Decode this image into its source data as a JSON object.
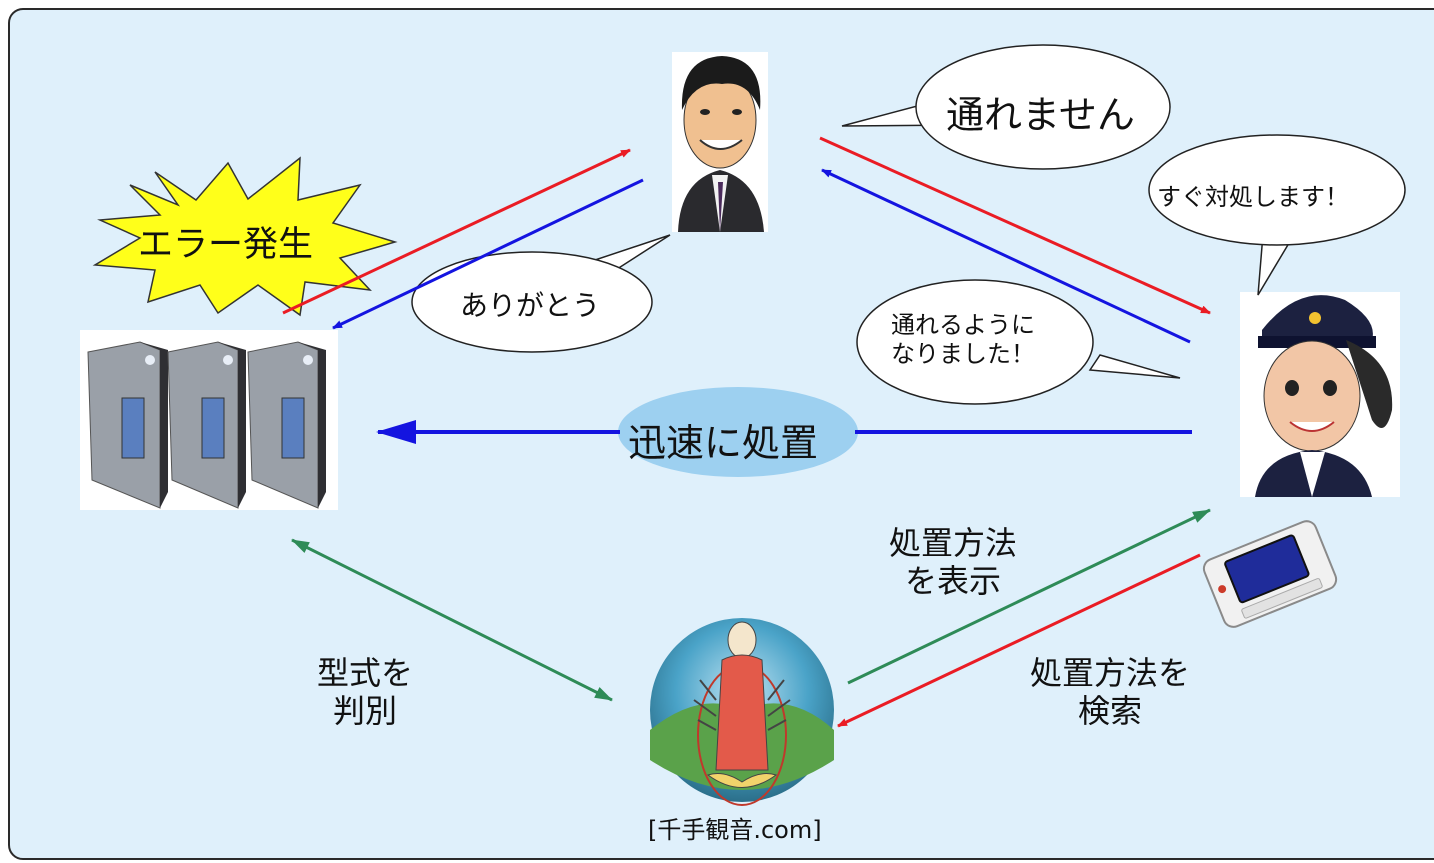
{
  "colors": {
    "panel_bg": "#dff0fb",
    "panel_border": "#2a2a2a",
    "red": "#ea1c24",
    "blue": "#1414e0",
    "green": "#2e8b57",
    "starburst": "#ffff1a",
    "ellipse_blue": "#9dd0f0"
  },
  "labels": {
    "error": "エラー発生",
    "cannot_pass": "通れません",
    "will_handle": "すぐ対処します！",
    "thanks": "ありがとう",
    "now_can_pass": "通れるように\nなりました！",
    "quick_fix": "迅速に処置",
    "show_method": "処置方法\nを表示",
    "identify_model": "型式を\n判別",
    "search_method": "処置方法を\n検索",
    "senju": "[千手観音.com]"
  },
  "icons": {
    "gates": "ticket-gates-icon",
    "man": "businessman-caricature-icon",
    "staff": "station-staff-caricature-icon",
    "device": "handheld-terminal-icon",
    "senju": "senju-kannon-icon"
  }
}
